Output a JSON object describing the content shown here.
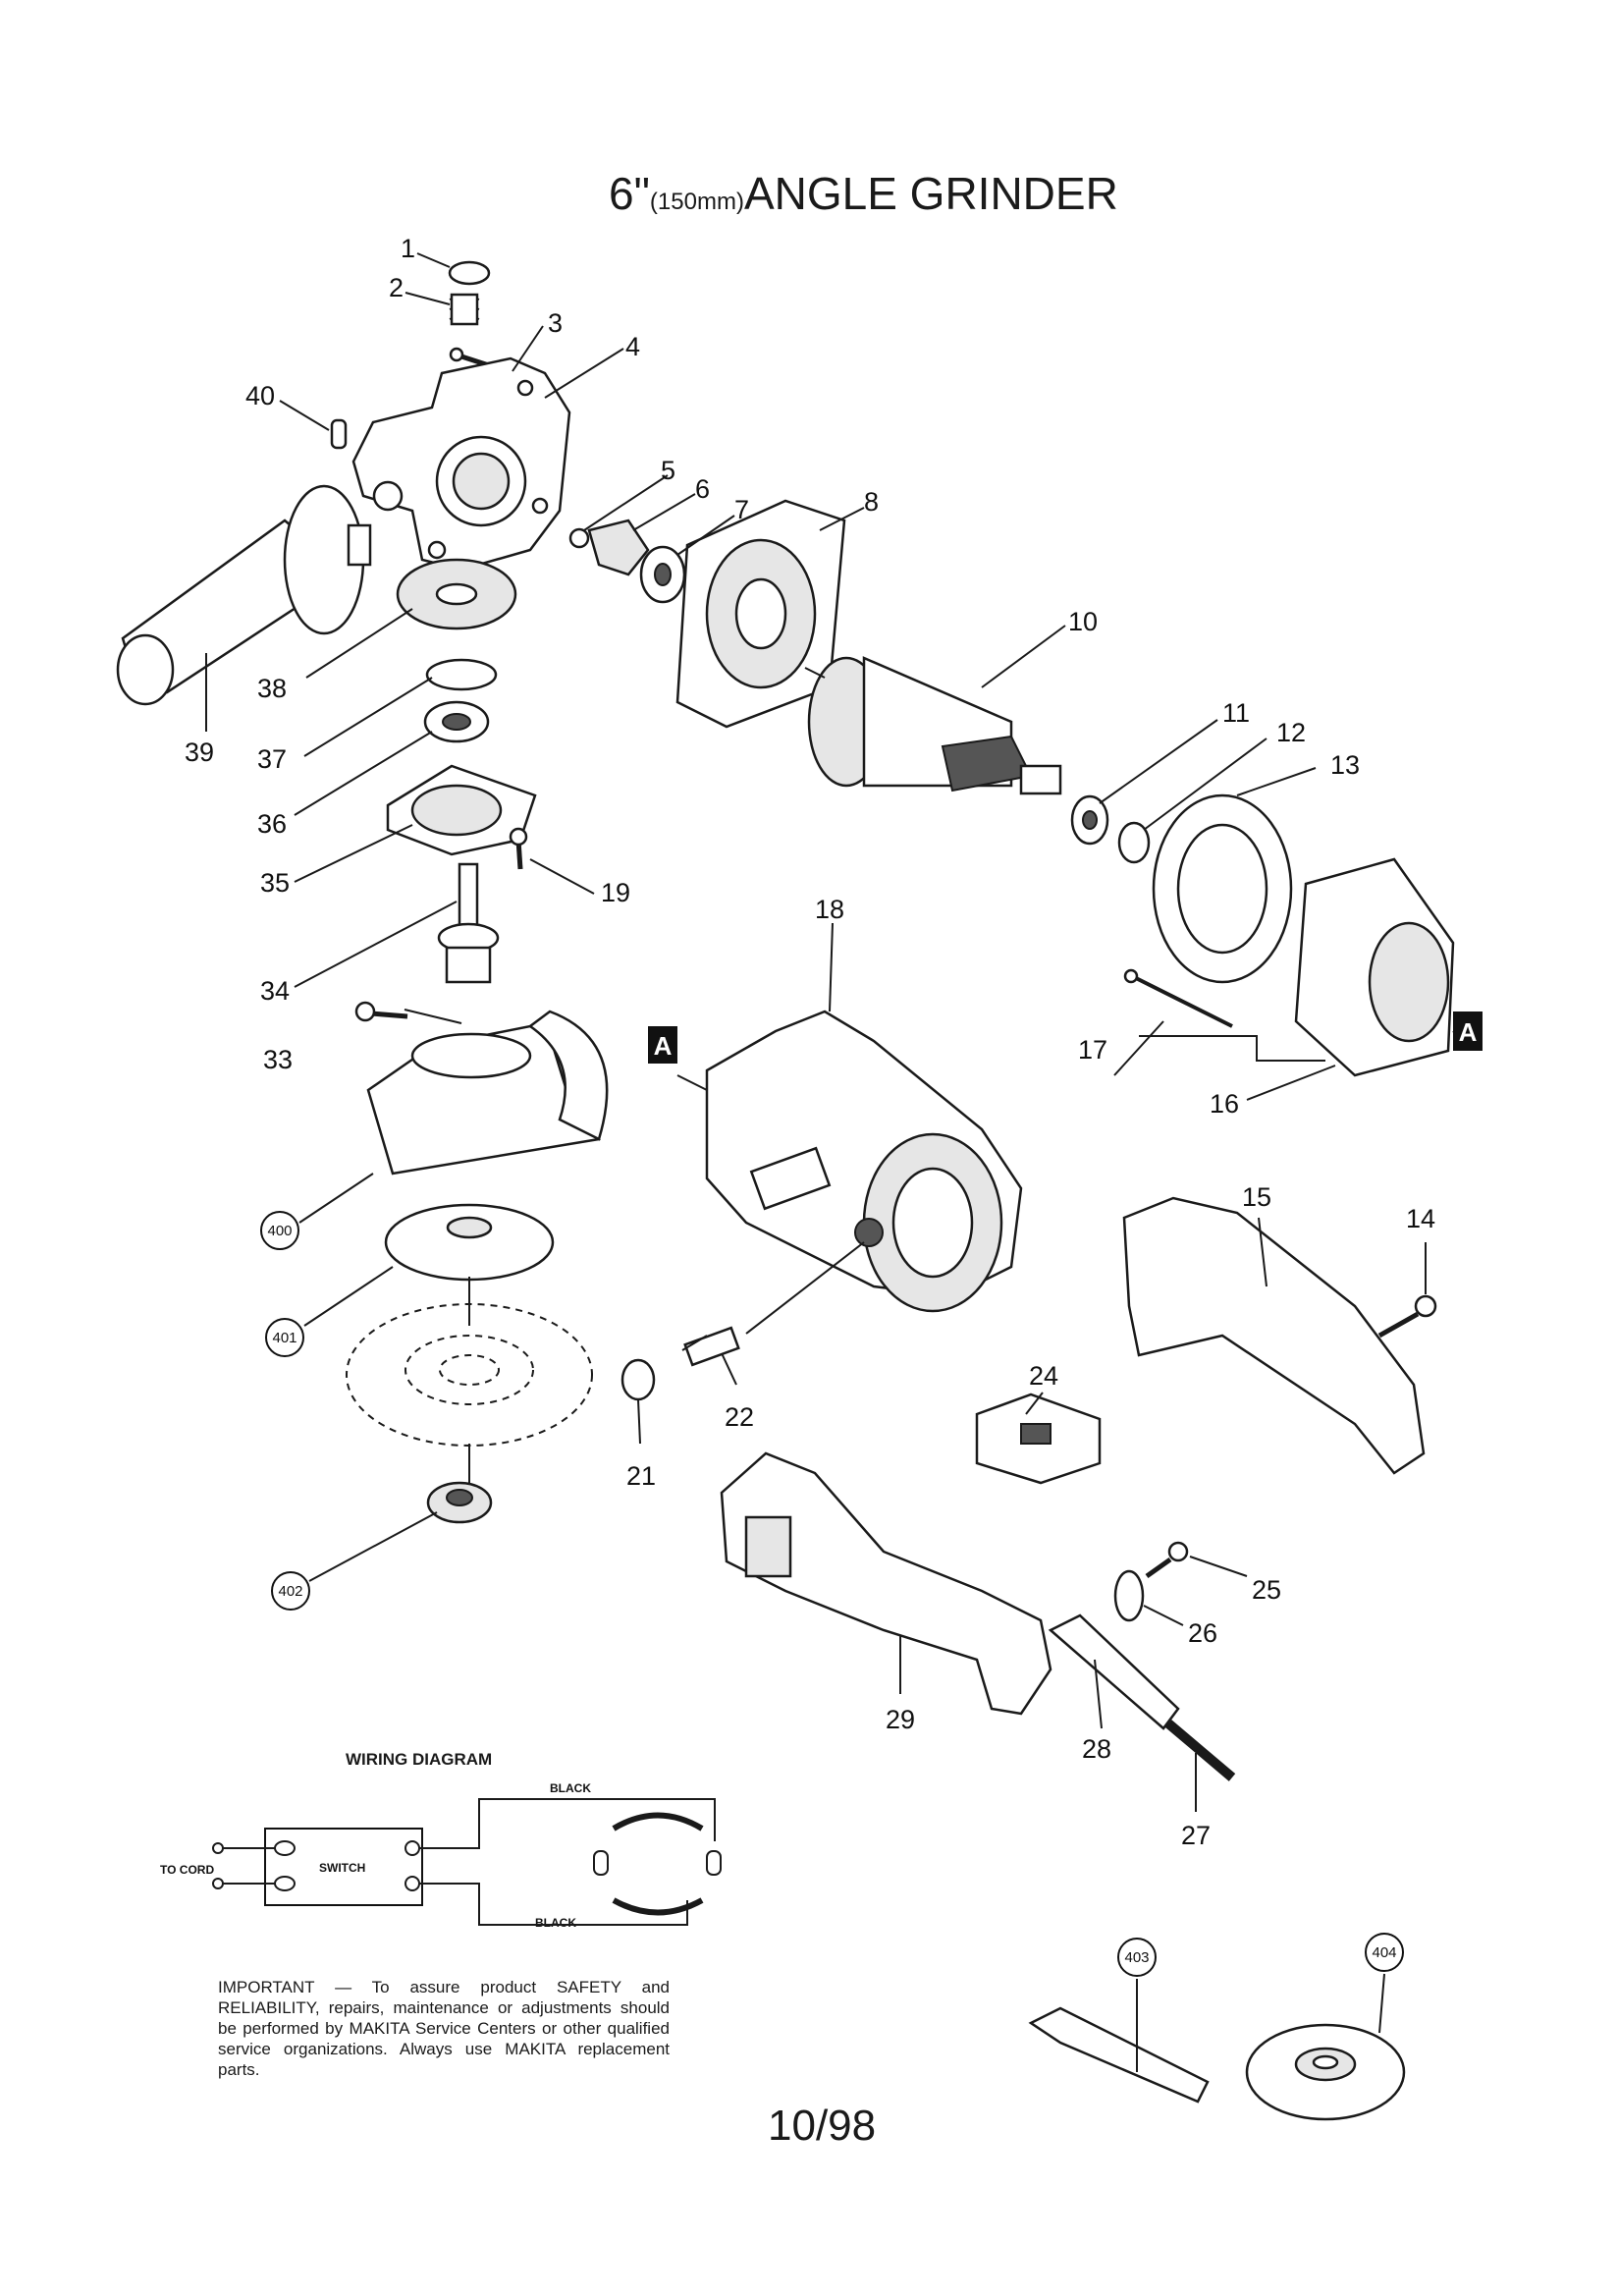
{
  "title": {
    "main": "6\"",
    "size": "(150mm)",
    "name": "ANGLE GRINDER"
  },
  "part_numbers": [
    "1",
    "2",
    "3",
    "4",
    "40",
    "5",
    "6",
    "7",
    "8",
    "10",
    "11",
    "12",
    "13",
    "38",
    "39",
    "37",
    "36",
    "35",
    "19",
    "34",
    "18",
    "33",
    "17",
    "16",
    "15",
    "14",
    "24",
    "21",
    "22",
    "25",
    "26",
    "29",
    "28",
    "27"
  ],
  "circled_parts": [
    "400",
    "401",
    "402",
    "403",
    "404"
  ],
  "section_markers": [
    "A",
    "A"
  ],
  "wiring": {
    "title": "WIRING DIAGRAM",
    "to_cord": "TO CORD",
    "switch": "SWITCH",
    "black_top": "BLACK",
    "black_bottom": "BLACK"
  },
  "notice": "IMPORTANT — To assure product SAFETY and RELIABILITY, repairs, maintenance or adjustments should be performed by MAKITA Service Centers or other qualified service organizations. Always use MAKITA replacement parts.",
  "date": "10/98"
}
